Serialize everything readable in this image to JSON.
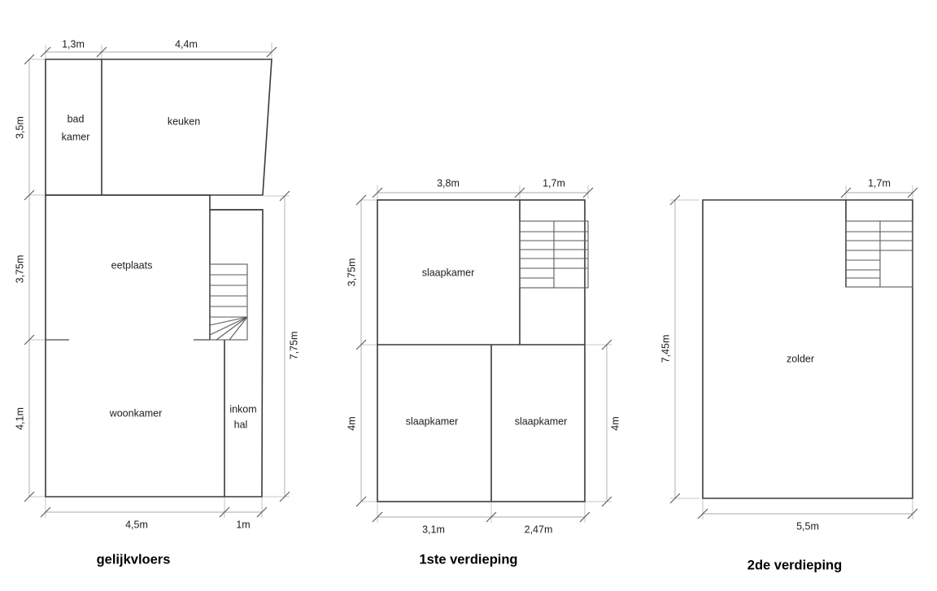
{
  "document": {
    "type": "architectural-floor-plans",
    "sheet_background": "#ffffff",
    "line_color": "#3a3a3a",
    "dimension_color": "#a9a9a9",
    "text_color": "#1d1d1d"
  },
  "plans": [
    {
      "id": "ground-floor",
      "title": "gelijkvloers",
      "rooms": [
        {
          "name": "bad kamer",
          "line1": "bad",
          "line2": "kamer"
        },
        {
          "name": "keuken",
          "line1": "keuken",
          "line2": ""
        },
        {
          "name": "eetplaats",
          "line1": "eetplaats",
          "line2": ""
        },
        {
          "name": "woonkamer",
          "line1": "woonkamer",
          "line2": ""
        },
        {
          "name": "inkom hal",
          "line1": "inkom",
          "line2": "hal"
        }
      ],
      "dimensions_top": [
        "1,3m",
        "4,4m"
      ],
      "dimensions_left": [
        "3,5m",
        "3,75m",
        "4,1m"
      ],
      "dimensions_right": [
        "7,75m"
      ],
      "dimensions_bottom": [
        "4,5m",
        "1m"
      ]
    },
    {
      "id": "first-floor",
      "title": "1ste verdieping",
      "rooms": [
        {
          "name": "slaapkamer-top",
          "line1": "slaapkamer",
          "line2": ""
        },
        {
          "name": "slaapkamer-bottom-left",
          "line1": "slaapkamer",
          "line2": ""
        },
        {
          "name": "slaapkamer-bottom-right",
          "line1": "slaapkamer",
          "line2": ""
        }
      ],
      "dimensions_top": [
        "3,8m",
        "1,7m"
      ],
      "dimensions_left": [
        "3,75m",
        "4m"
      ],
      "dimensions_right": [
        "4m"
      ],
      "dimensions_bottom": [
        "3,1m",
        "2,47m"
      ]
    },
    {
      "id": "second-floor",
      "title": "2de verdieping",
      "rooms": [
        {
          "name": "zolder",
          "line1": "zolder",
          "line2": ""
        }
      ],
      "dimensions_top": [
        "1,7m"
      ],
      "dimensions_left": [
        "7,45m"
      ],
      "dimensions_right": [],
      "dimensions_bottom": [
        "5,5m"
      ]
    }
  ],
  "labels": {
    "gf_top_1": "1,3m",
    "gf_top_2": "4,4m",
    "gf_left_1": "3,5m",
    "gf_left_2": "3,75m",
    "gf_left_3": "4,1m",
    "gf_right_1": "7,75m",
    "gf_bottom_1": "4,5m",
    "gf_bottom_2": "1m",
    "gf_room_bad_1": "bad",
    "gf_room_bad_2": "kamer",
    "gf_room_keuken": "keuken",
    "gf_room_eetplaats": "eetplaats",
    "gf_room_woonkamer": "woonkamer",
    "gf_room_inkom_1": "inkom",
    "gf_room_inkom_2": "hal",
    "gf_title": "gelijkvloers",
    "ff_top_1": "3,8m",
    "ff_top_2": "1,7m",
    "ff_left_1": "3,75m",
    "ff_left_2": "4m",
    "ff_right_1": "4m",
    "ff_bottom_1": "3,1m",
    "ff_bottom_2": "2,47m",
    "ff_room_slaap_top": "slaapkamer",
    "ff_room_slaap_bl": "slaapkamer",
    "ff_room_slaap_br": "slaapkamer",
    "ff_title": "1ste verdieping",
    "sf_top_1": "1,7m",
    "sf_left_1": "7,45m",
    "sf_bottom_1": "5,5m",
    "sf_room_zolder": "zolder",
    "sf_title": "2de verdieping"
  }
}
